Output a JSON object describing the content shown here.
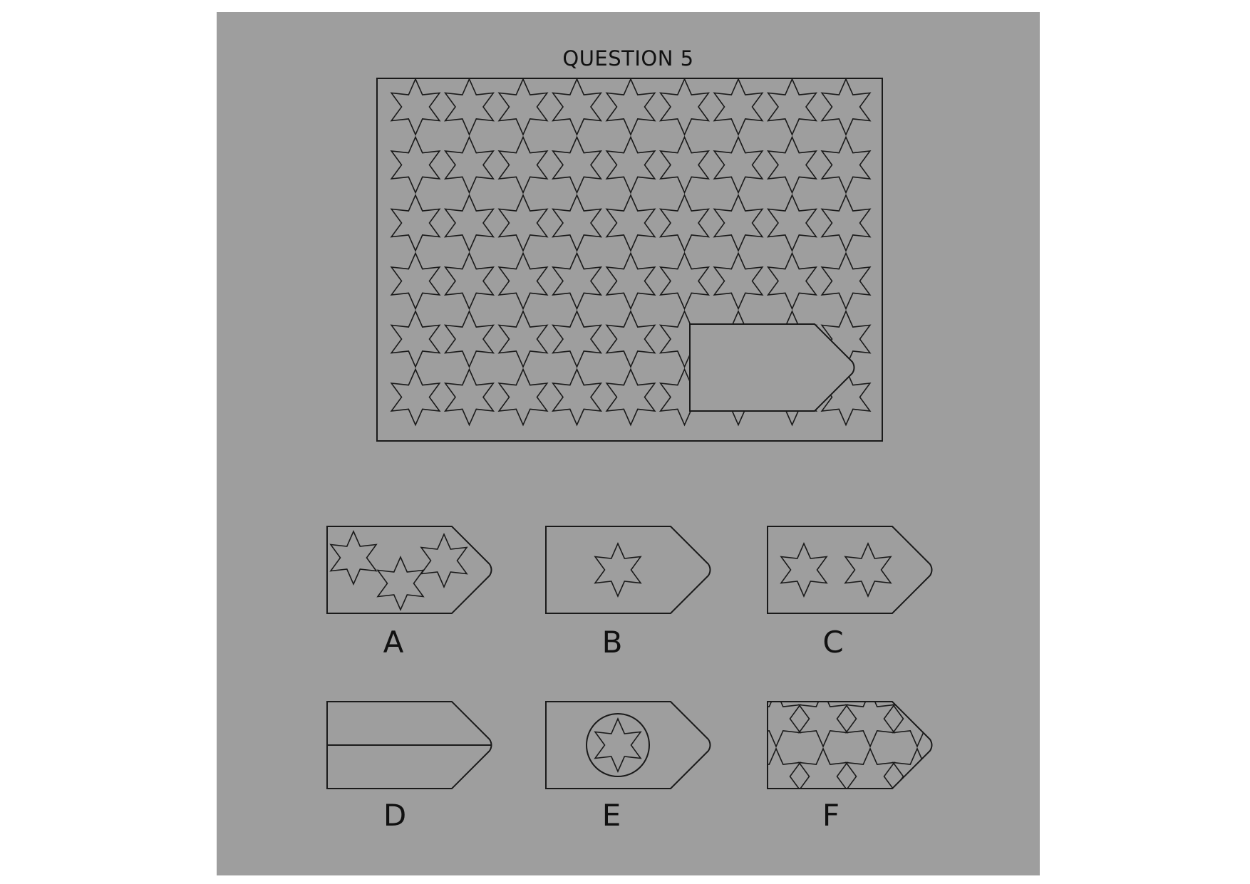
{
  "question": {
    "title": "QUESTION 5"
  },
  "puzzle": {
    "pattern": "six-pointed-star-grid",
    "columns": 9,
    "rows": 6,
    "missing_piece": "arrow-tag-shape"
  },
  "options": [
    {
      "letter": "A",
      "content": "three-stars"
    },
    {
      "letter": "B",
      "content": "one-star"
    },
    {
      "letter": "C",
      "content": "two-stars"
    },
    {
      "letter": "D",
      "content": "horizontal-line"
    },
    {
      "letter": "E",
      "content": "star-in-circle"
    },
    {
      "letter": "F",
      "content": "star-pattern"
    }
  ],
  "colors": {
    "background": "#9e9e9e",
    "stroke": "#1a1a1a",
    "page": "#ffffff"
  }
}
